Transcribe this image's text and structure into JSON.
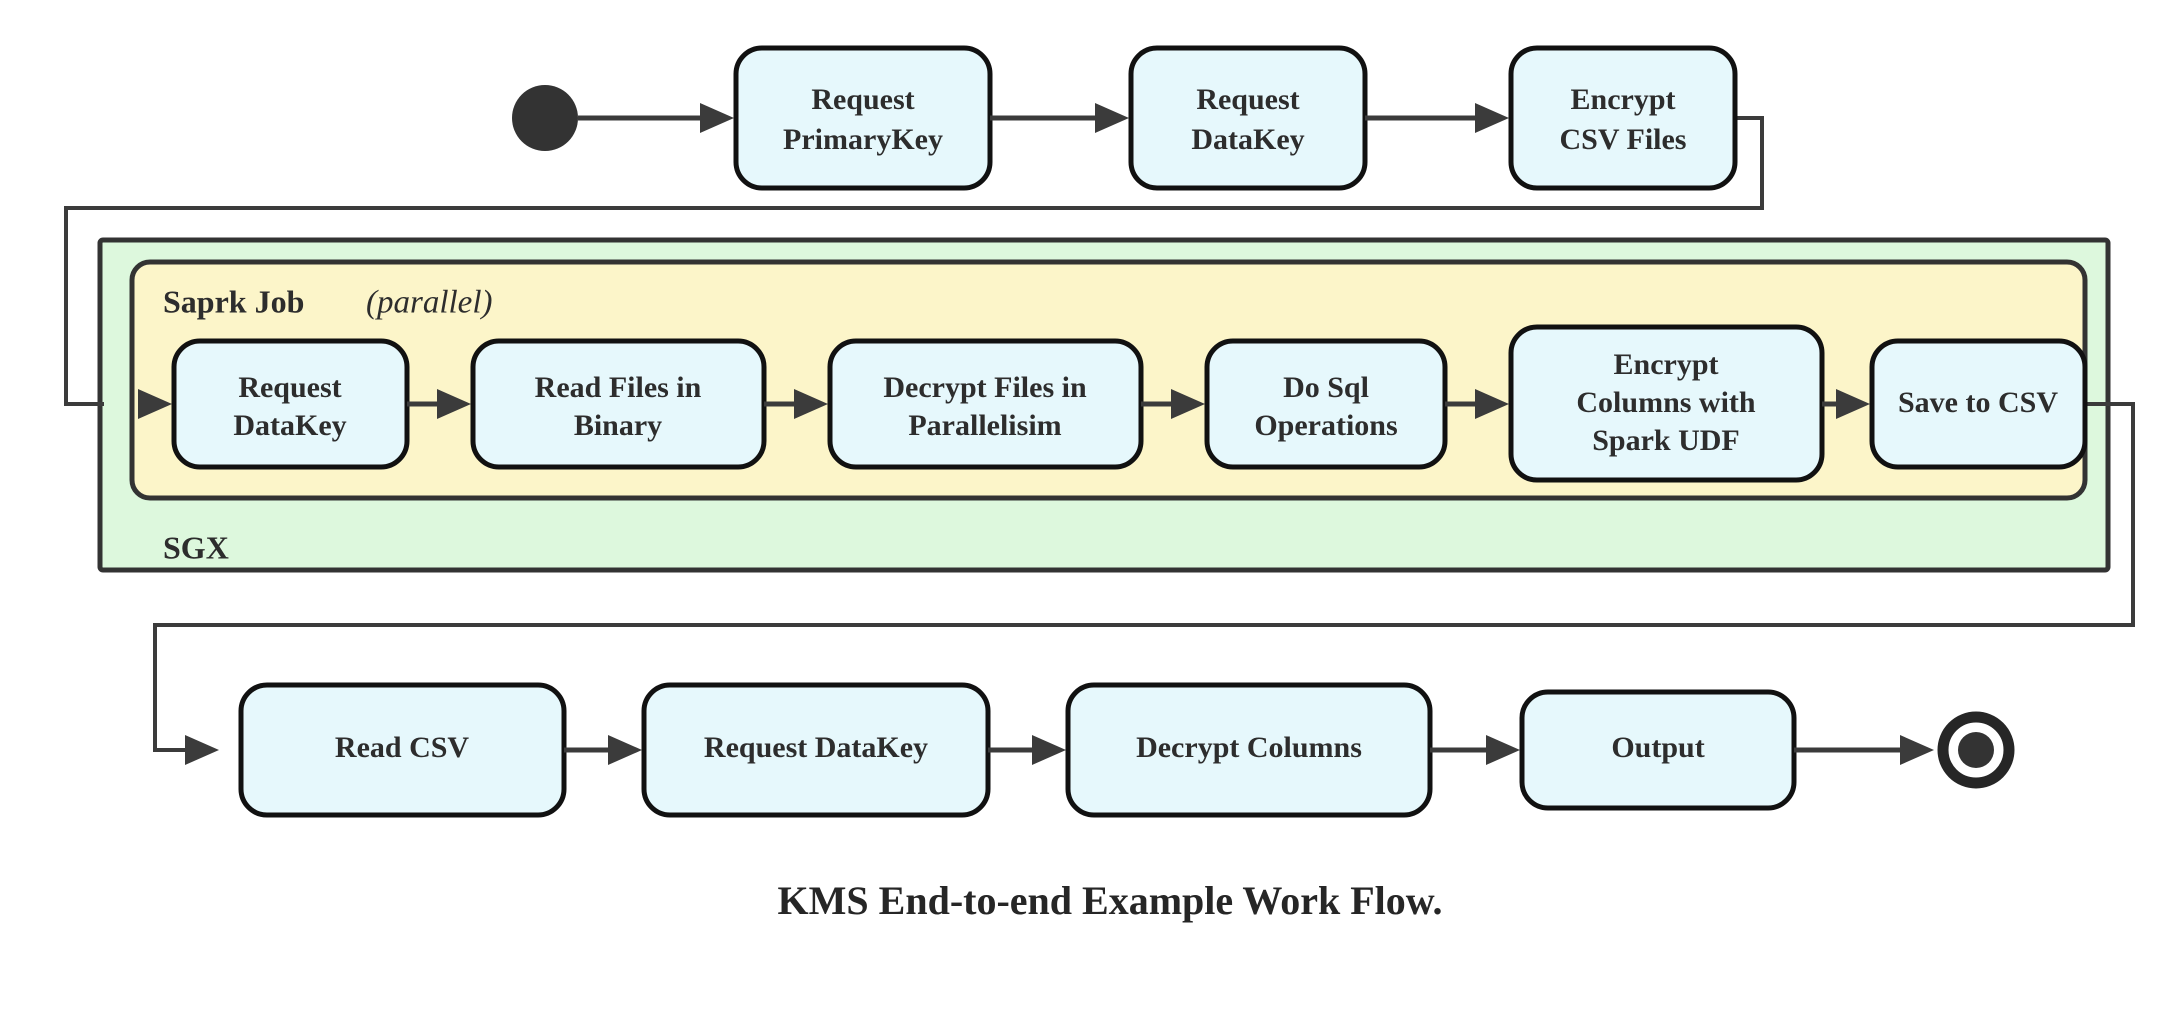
{
  "diagram": {
    "caption": "KMS End-to-end Example Work Flow.",
    "colors": {
      "node_fill": "#e6f8fc",
      "node_stroke": "#111111",
      "sgx_fill": "#ddf8dd",
      "spark_fill": "#fcf5c9",
      "line": "#3b3b3b",
      "text": "#2d2d2d"
    },
    "start_marker": "start-state-dot",
    "end_marker": "final-state-circle",
    "containers": [
      {
        "id": "sgx",
        "label": "SGX",
        "label_style": "bold"
      },
      {
        "id": "spark",
        "label": "Saprk Job",
        "qualifier": "(parallel)",
        "qualifier_style": "italic"
      }
    ],
    "rows": [
      {
        "id": "row-top",
        "nodes": [
          {
            "id": "request-primarykey",
            "lines": [
              "Request",
              "PrimaryKey"
            ]
          },
          {
            "id": "request-datakey-top",
            "lines": [
              "Request",
              "DataKey"
            ]
          },
          {
            "id": "encrypt-csv-files",
            "lines": [
              "Encrypt",
              "CSV Files"
            ]
          }
        ]
      },
      {
        "id": "row-spark",
        "nodes": [
          {
            "id": "request-datakey-spark",
            "lines": [
              "Request",
              "DataKey"
            ]
          },
          {
            "id": "read-files-in-binary",
            "lines": [
              "Read Files in",
              "Binary"
            ]
          },
          {
            "id": "decrypt-files-in-parallelisim",
            "lines": [
              "Decrypt Files in",
              "Parallelisim"
            ]
          },
          {
            "id": "do-sql-operations",
            "lines": [
              "Do Sql",
              "Operations"
            ]
          },
          {
            "id": "encrypt-columns-with-spark-udf",
            "lines": [
              "Encrypt",
              "Columns with",
              "Spark UDF"
            ]
          },
          {
            "id": "save-to-csv",
            "lines": [
              "Save to CSV"
            ]
          }
        ]
      },
      {
        "id": "row-bottom",
        "nodes": [
          {
            "id": "read-csv",
            "lines": [
              "Read CSV"
            ]
          },
          {
            "id": "request-datakey-bottom",
            "lines": [
              "Request DataKey"
            ]
          },
          {
            "id": "decrypt-columns",
            "lines": [
              "Decrypt Columns"
            ]
          },
          {
            "id": "output",
            "lines": [
              "Output"
            ]
          }
        ]
      }
    ]
  }
}
